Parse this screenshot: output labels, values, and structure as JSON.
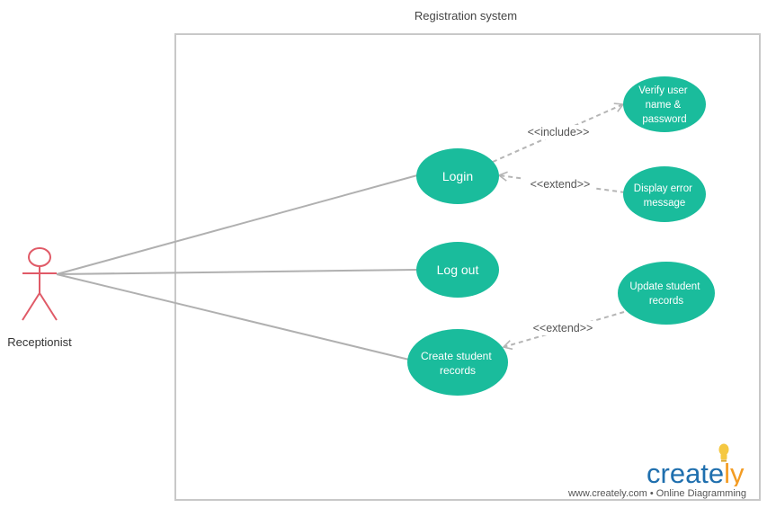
{
  "system": {
    "title": "Registration system"
  },
  "actor": {
    "name": "Receptionist"
  },
  "use_cases": {
    "login": "Login",
    "logout": "Log out",
    "create_student_records": [
      "Create student",
      "records"
    ],
    "verify": [
      "Verify user",
      "name &",
      "password"
    ],
    "display_error": [
      "Display error",
      "message"
    ],
    "update_student_records": [
      "Update student",
      "records"
    ]
  },
  "relationships": {
    "include": "<<include>>",
    "extend_error": "<<extend>>",
    "extend_update": "<<extend>>"
  },
  "watermark": {
    "logo_main": "create",
    "logo_end": "ly",
    "tagline": "www.creately.com • Online Diagramming"
  },
  "colors": {
    "use_case_fill": "#1abc9c",
    "actor_stroke": "#e05a67",
    "line": "#b0b0b0",
    "dashed_line": "#b5b5b5",
    "boundary": "#c8c8c8",
    "logo_blue": "#1f6fae",
    "logo_orange": "#f39c24"
  }
}
